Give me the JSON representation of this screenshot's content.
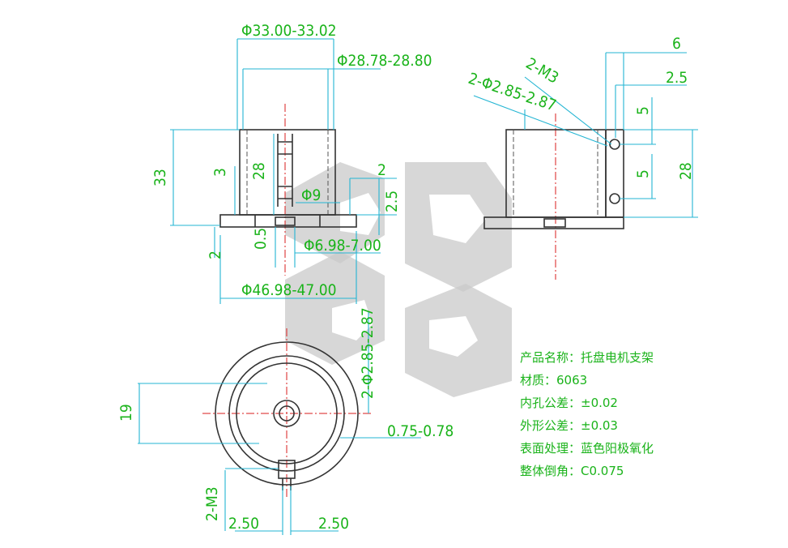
{
  "front_view": {
    "dims": {
      "d_outer": "Φ33.00-33.02",
      "d_inner": "Φ28.78-28.80",
      "height_total": "33",
      "height_body": "28",
      "wall": "3",
      "top_gap": "2",
      "base_h": "2.5",
      "bore": "Φ9",
      "base_t": "0.5",
      "base_side": "2",
      "pin_hole": "Φ6.98-7.00",
      "flange": "Φ46.98-47.00"
    }
  },
  "side_view": {
    "dims": {
      "w6": "6",
      "w25": "2.5",
      "thread": "2-M3",
      "holes": "2-Φ2.85-2.87",
      "p5a": "5",
      "p5b": "5",
      "h28": "28"
    }
  },
  "top_view": {
    "dims": {
      "h19": "19",
      "holes": "2-Φ2.85-2.87",
      "slot": "0.75-0.78",
      "thread": "2-M3",
      "l250": "2.50",
      "r250": "2.50"
    }
  },
  "notes": [
    "产品名称：托盘电机支架",
    "材质：6063",
    "内孔公差：±0.02",
    "外形公差：±0.03",
    "表面处理：蓝色阳极氧化",
    "整体倒角：C0.075"
  ]
}
